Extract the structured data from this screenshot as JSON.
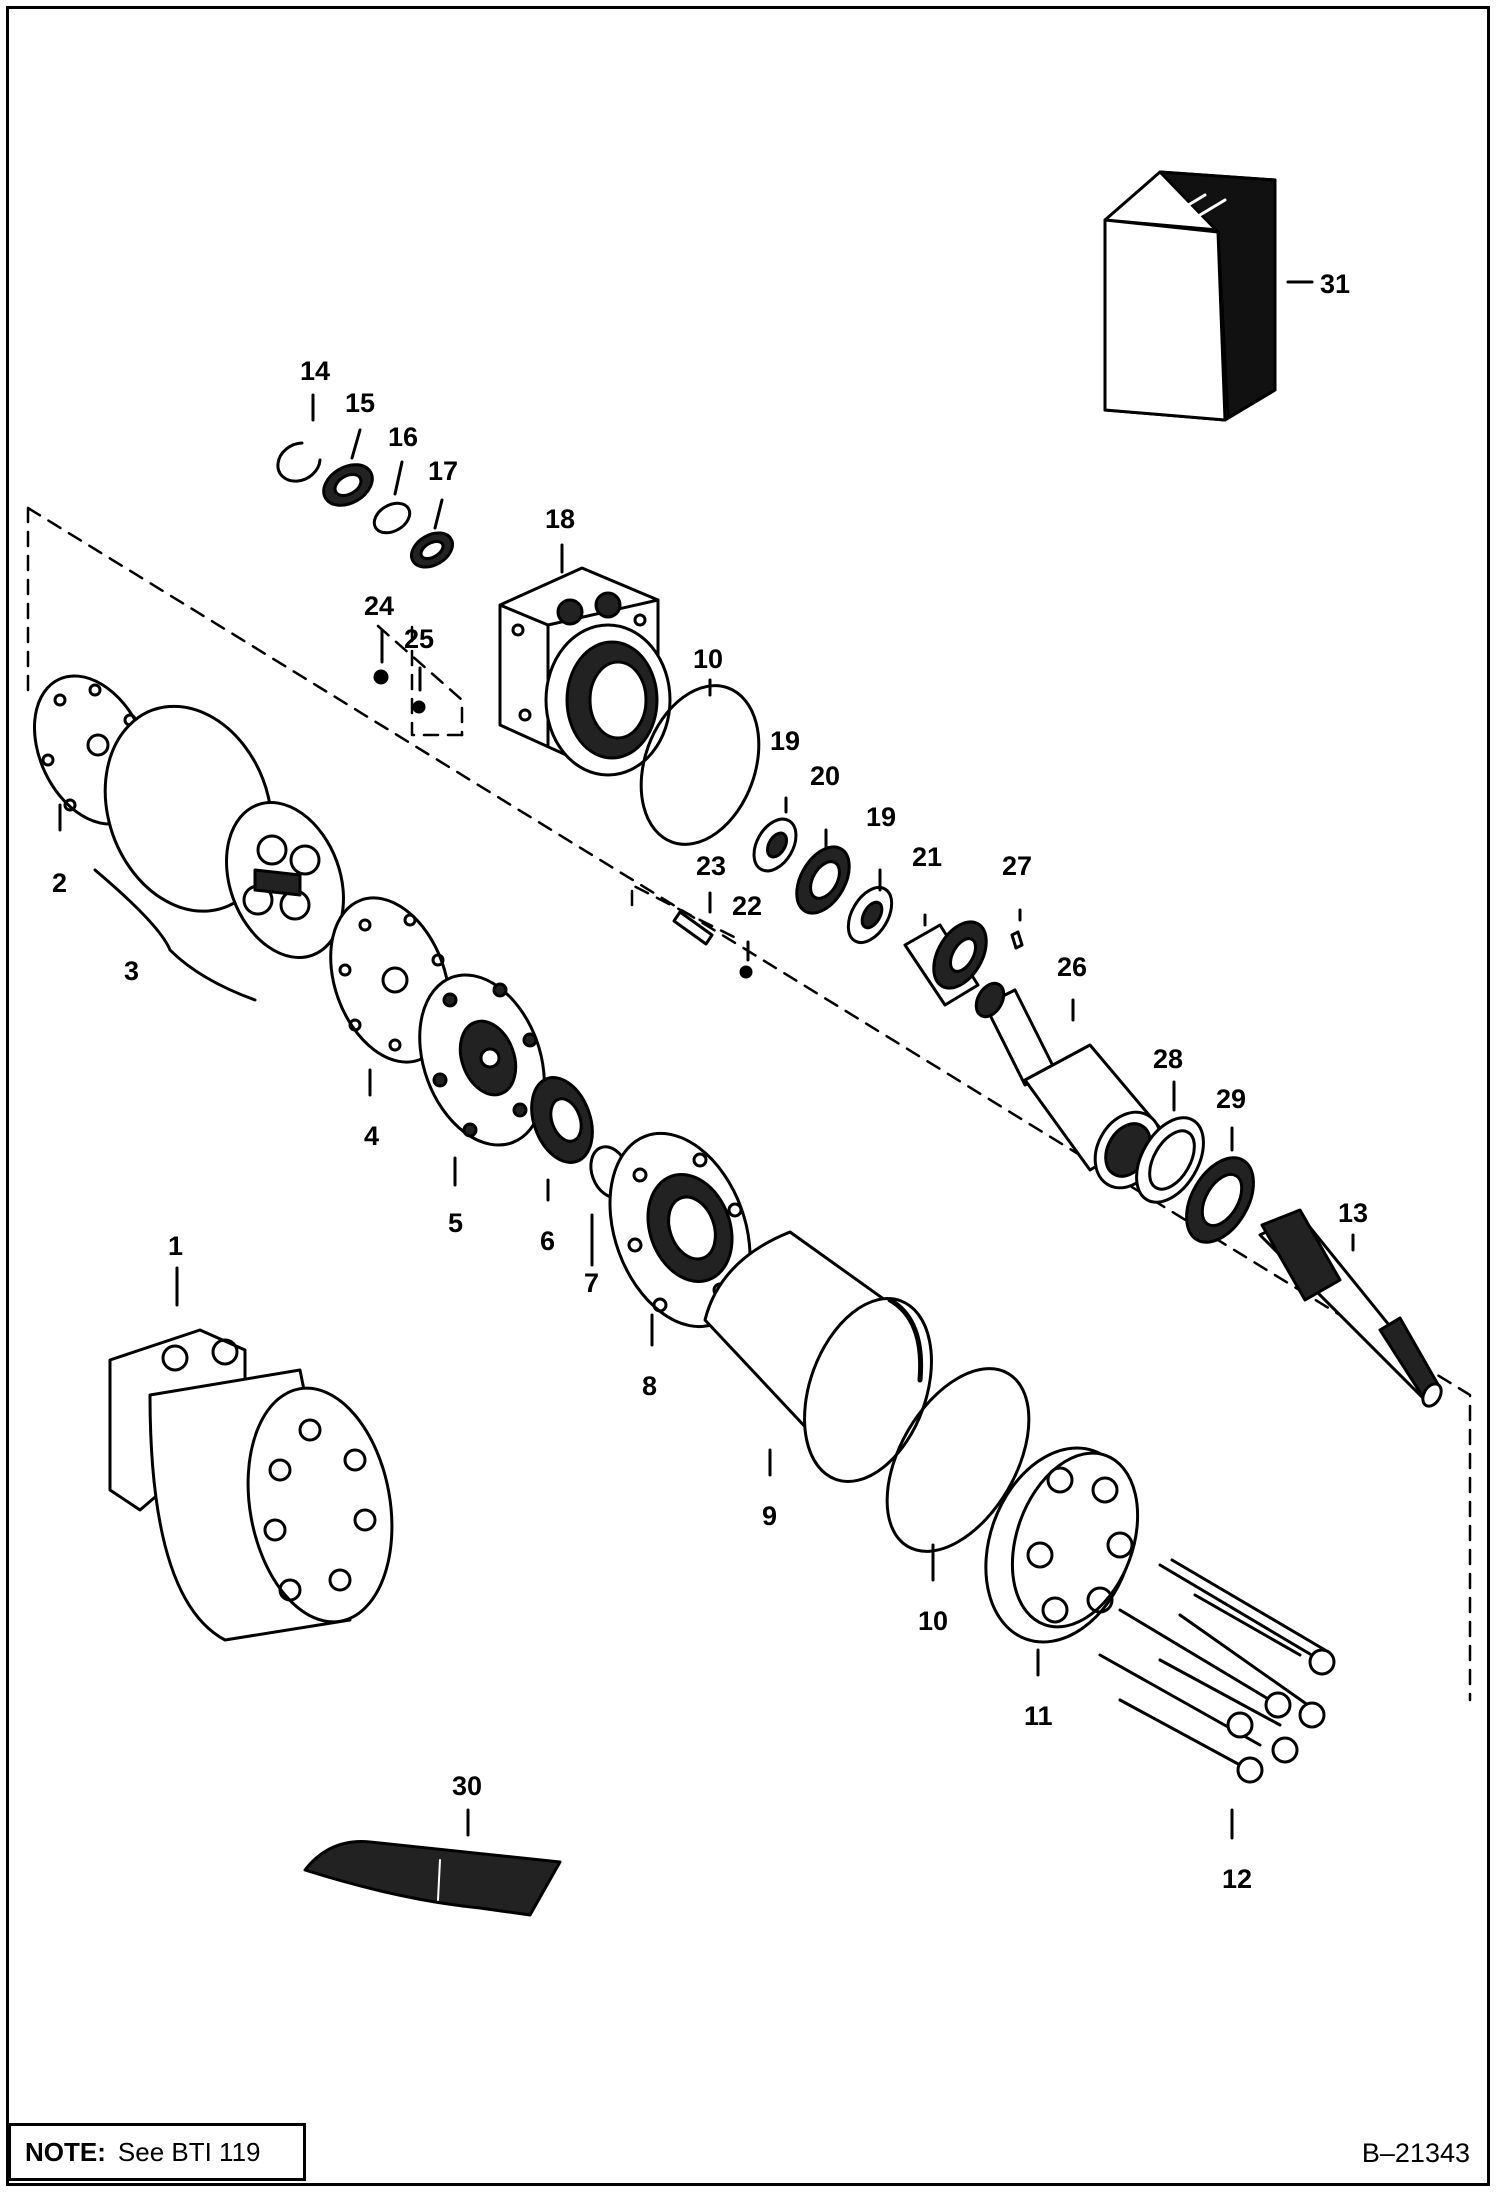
{
  "callouts": {
    "c1": "1",
    "c2": "2",
    "c3": "3",
    "c4": "4",
    "c5": "5",
    "c6": "6",
    "c7": "7",
    "c8": "8",
    "c9": "9",
    "c10a": "10",
    "c10b": "10",
    "c11": "11",
    "c12": "12",
    "c13": "13",
    "c14": "14",
    "c15": "15",
    "c16": "16",
    "c17": "17",
    "c18": "18",
    "c19a": "19",
    "c19b": "19",
    "c20": "20",
    "c21": "21",
    "c22": "22",
    "c23": "23",
    "c24": "24",
    "c25": "25",
    "c26": "26",
    "c27": "27",
    "c28": "28",
    "c29": "29",
    "c30": "30",
    "c31": "31"
  },
  "note": {
    "label": "NOTE:",
    "text": "See BTI 119"
  },
  "figure_id": "B–21343"
}
